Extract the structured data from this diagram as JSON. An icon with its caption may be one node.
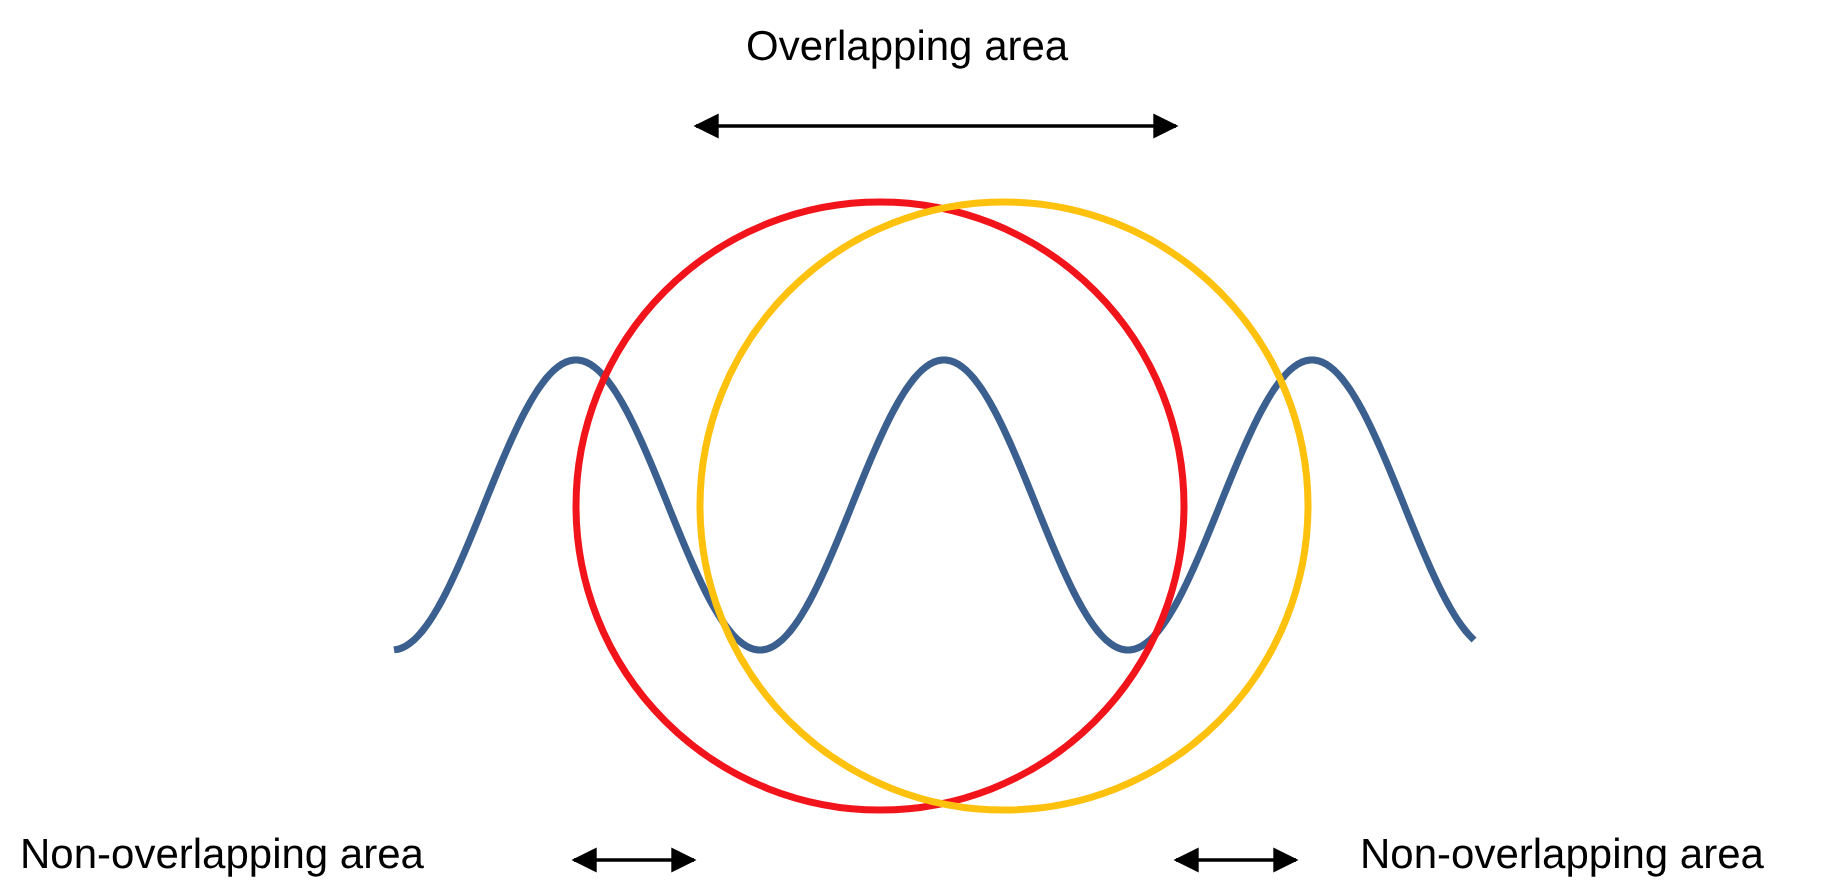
{
  "diagram": {
    "labels": [
      "Overlapping area",
      "Non-overlapping area",
      "Non-overlapping area"
    ]
  }
}
